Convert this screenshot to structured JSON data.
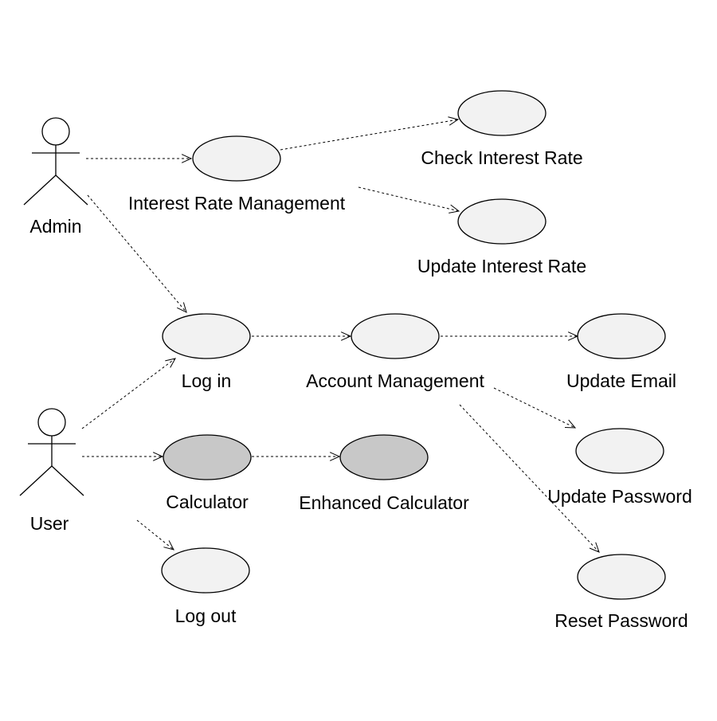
{
  "actors": [
    {
      "id": "admin",
      "label": "Admin"
    },
    {
      "id": "user",
      "label": "User"
    }
  ],
  "use_cases": [
    {
      "id": "irm",
      "label": "Interest Rate Management",
      "shaded": false
    },
    {
      "id": "cir",
      "label": "Check Interest Rate",
      "shaded": false
    },
    {
      "id": "uir",
      "label": "Update Interest Rate",
      "shaded": false
    },
    {
      "id": "login",
      "label": "Log in",
      "shaded": false
    },
    {
      "id": "am",
      "label": "Account Management",
      "shaded": false
    },
    {
      "id": "ue",
      "label": "Update Email",
      "shaded": false
    },
    {
      "id": "up",
      "label": "Update Password",
      "shaded": false
    },
    {
      "id": "rp",
      "label": "Reset Password",
      "shaded": false
    },
    {
      "id": "calc",
      "label": "Calculator",
      "shaded": true
    },
    {
      "id": "ecalc",
      "label": "Enhanced Calculator",
      "shaded": true
    },
    {
      "id": "logout",
      "label": "Log out",
      "shaded": false
    }
  ],
  "connections": [
    {
      "from": "admin",
      "to": "irm"
    },
    {
      "from": "admin",
      "to": "login"
    },
    {
      "from": "irm",
      "to": "cir"
    },
    {
      "from": "irm",
      "to": "uir"
    },
    {
      "from": "user",
      "to": "login"
    },
    {
      "from": "user",
      "to": "calc"
    },
    {
      "from": "user",
      "to": "logout"
    },
    {
      "from": "login",
      "to": "am"
    },
    {
      "from": "am",
      "to": "ue"
    },
    {
      "from": "am",
      "to": "up"
    },
    {
      "from": "am",
      "to": "rp"
    },
    {
      "from": "calc",
      "to": "ecalc"
    }
  ],
  "colors": {
    "plain_fill": "#f2f2f2",
    "shaded_fill": "#c8c8c8",
    "stroke": "#000000"
  }
}
